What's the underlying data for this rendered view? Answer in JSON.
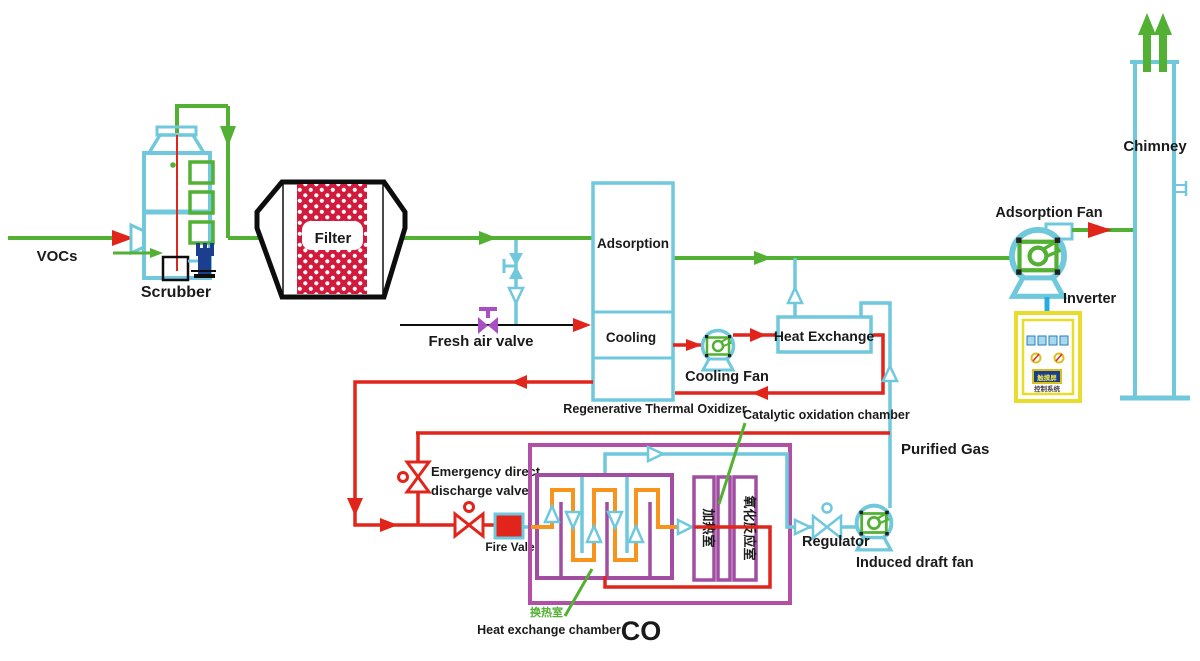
{
  "colors": {
    "green": "#52b132",
    "red": "#e1251b",
    "cyan": "#6fc8dc",
    "blue": "#29abe2",
    "magenta": "#b44fa8",
    "purple": "#a04da2",
    "orange": "#f7941d",
    "yellow": "#e8dd2a",
    "crimson": "#d21a3c",
    "dark_blue": "#1c3e8f",
    "violet": "#a94fc4"
  },
  "labels": {
    "vocs": "VOCs",
    "scrubber": "Scrubber",
    "filter": "Filter",
    "fresh_air_valve": "Fresh air valve",
    "adsorption": "Adsorption",
    "cooling": "Cooling",
    "rto": "Regenerative Thermal Oxidizer",
    "cooling_fan": "Cooling Fan",
    "heat_exchange": "Heat Exchange",
    "catalytic_oxidation_chamber": "Catalytic oxidation chamber",
    "purified_gas": "Purified Gas",
    "emergency_valve_line1": "Emergency direct",
    "emergency_valve_line2": "discharge valve",
    "fire_vale": "Fire Vale",
    "regulator": "Regulator",
    "induced_draft_fan": "Induced draft fan",
    "heat_exchange_chamber_cn": "换热室",
    "heat_exchange_chamber": "Heat exchange chamber",
    "co": "CO",
    "heating_chamber_cn": "加热室",
    "oxidation_reaction_chamber_cn": "氧化反应室",
    "adsorption_fan": "Adsorption Fan",
    "inverter": "Inverter",
    "touch_screen_cn": "触摸屏",
    "control_system_cn": "控制系统",
    "chimney": "Chimney"
  }
}
